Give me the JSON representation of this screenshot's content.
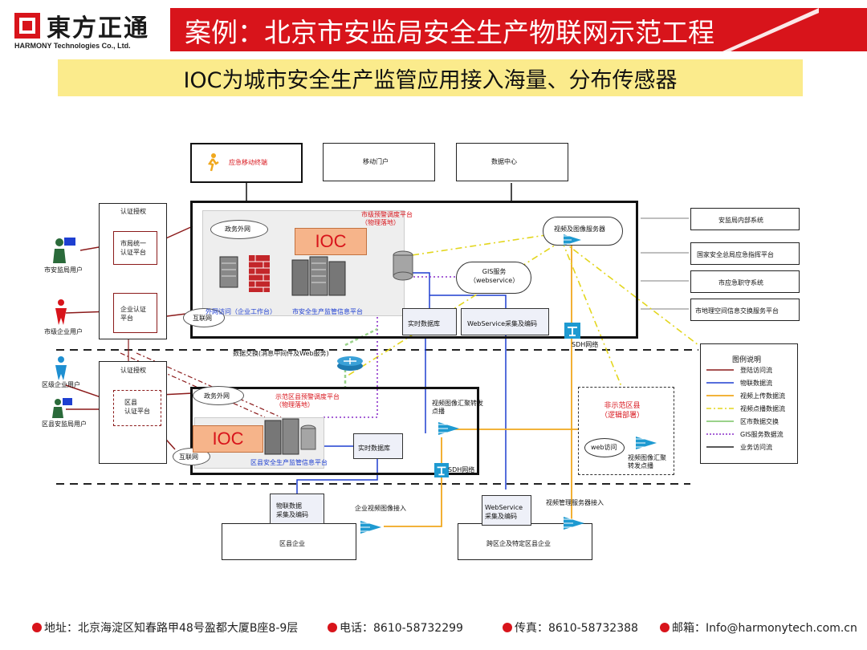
{
  "header": {
    "logo_cn": "東方正通",
    "logo_en": "HARMONY Technologies Co., Ltd.",
    "title": "案例：北京市安监局安全生产物联网示范工程",
    "subtitle": "IOC为城市安全生产监管应用接入海量、分布传感器"
  },
  "diagram": {
    "top_boxes": [
      "应急移动终端",
      "移动门户",
      "数据中心"
    ],
    "left_users": [
      "市安监局用户",
      "市级企业用户",
      "区级企业用户",
      "区县安监局用户"
    ],
    "city_auth_title": "认证授权",
    "city_auth_platform": "市局统一\n认证平台",
    "enterprise_auth": "企业认证\n平台",
    "district_auth_title": "认证授权",
    "district_auth_platform": "区县\n认证平台",
    "city_zone": {
      "gov_network": "政务外网",
      "internet": "互联网",
      "dispatch_platform": "市级预警调度平台\n（物理落地）",
      "ioc_label": "IOC",
      "external_access": "外网访问（企业工作台）",
      "info_platform": "市安全生产监管信息平台",
      "video_server": "视频及图像服务器",
      "gis_service": "GIS服务\n（webservice）",
      "realtime_db": "实时数据库",
      "webservice_collect": "WebService采集及编码",
      "sdh": "SDH网络"
    },
    "right_systems": [
      "安监局内部系统",
      "国家安全总局应急指挥平台",
      "市应急职守系统",
      "市地理空间信息交换服务平台"
    ],
    "exchange_label": "数据交换(消息中间件及Web服务)",
    "district_zone": {
      "gov_network": "政务外网",
      "internet": "互联网",
      "dispatch_platform": "示范区县预警调度平台\n（物理落地）",
      "ioc_label": "IOC",
      "realtime_db": "实时数据库",
      "info_platform": "区县安全生产监管信息平台",
      "video_relay": "视频图像汇聚转发\n点播",
      "sdh": "SDH网络"
    },
    "non_demo": {
      "title": "非示范区县\n（逻辑部署）",
      "web_access": "web访问",
      "video_relay": "视频图像汇聚\n转发点播"
    },
    "bottom": {
      "iot_collect": "物联数据\n采集及编码",
      "video_access": "企业视频图像接入",
      "webservice_collect": "WebService\n采集及编码",
      "video_mgmt": "视频管理服务器接入",
      "district_enterprise": "区县企业",
      "cross_enterprise": "跨区企及特定区县企业"
    },
    "legend": {
      "title": "图例说明",
      "items": [
        {
          "label": "登陆访问流",
          "color": "#8b1a1a",
          "style": "solid"
        },
        {
          "label": "物联数据流",
          "color": "#1e3fd1",
          "style": "solid"
        },
        {
          "label": "视频上传数据流",
          "color": "#f0a81e",
          "style": "solid"
        },
        {
          "label": "视频点播数据流",
          "color": "#e3d61e",
          "style": "dashdot"
        },
        {
          "label": "区市数据交换",
          "color": "#9ad28a",
          "style": "solid"
        },
        {
          "label": "GIS服务数据流",
          "color": "#8a2fc9",
          "style": "dotted"
        },
        {
          "label": "业务访问流",
          "color": "#222222",
          "style": "solid"
        }
      ]
    }
  },
  "footer": {
    "address": "地址：北京海淀区知春路甲48号盈都大厦B座8-9层",
    "phone": "电话：8610-58732299",
    "fax": "传真：8610-58732388",
    "email": "邮箱：Info@harmonytech.com.cn"
  },
  "colors": {
    "brand_red": "#d8141b",
    "subtitle_yellow": "#fbeb8c",
    "ioc_orange": "#f6b48a"
  }
}
